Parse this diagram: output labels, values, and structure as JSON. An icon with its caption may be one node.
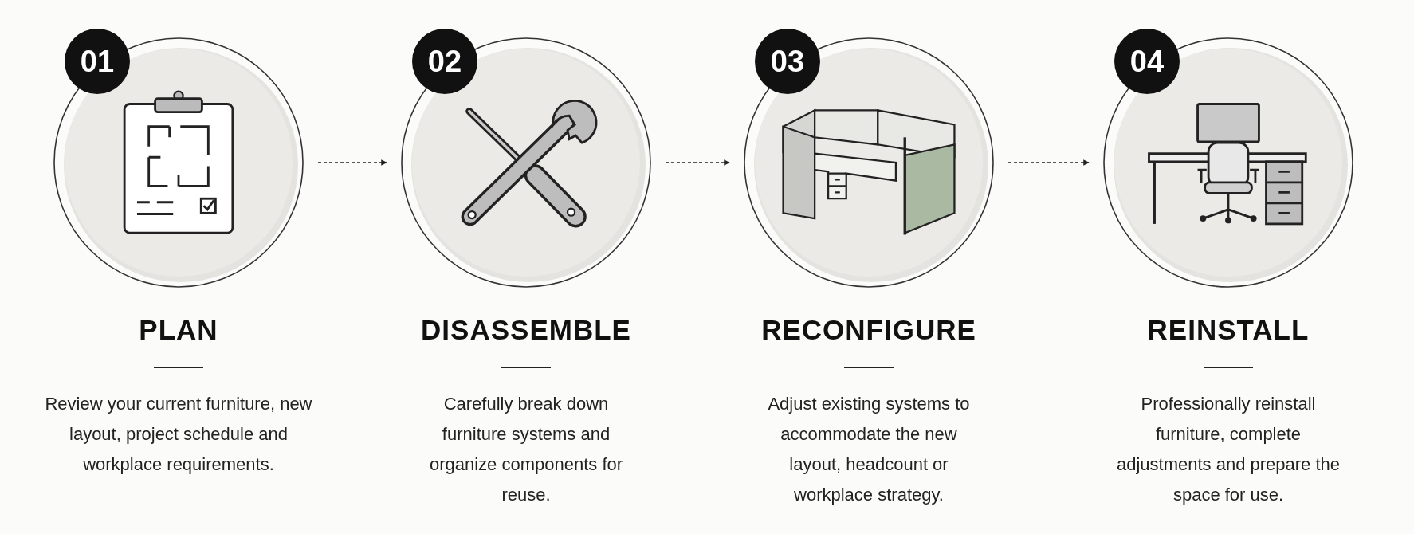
{
  "diagram": {
    "nodes": [
      {
        "text": [
          "01",
          "PLAN",
          "Review your current furniture, new layout, project schedule and workplace requirements."
        ]
      },
      {
        "text": [
          "02",
          "DISASSEMBLE",
          "Carefully break down furniture systems and organize components for reuse."
        ]
      },
      {
        "text": [
          "03",
          "RECONFIGURE",
          "Adjust existing systems to accommodate the new layout, headcount or workplace strategy."
        ]
      },
      {
        "text": [
          "04",
          "REINSTALL",
          "Professionally reinstall furniture, complete adjustments and prepare the space for use."
        ]
      }
    ],
    "edges": [
      {
        "from": 0,
        "to": 1,
        "arrow": "to",
        "style": "dashed"
      },
      {
        "from": 1,
        "to": 2,
        "arrow": "to",
        "style": "dashed"
      },
      {
        "from": 2,
        "to": 3,
        "arrow": "to",
        "style": "dashed"
      }
    ]
  }
}
